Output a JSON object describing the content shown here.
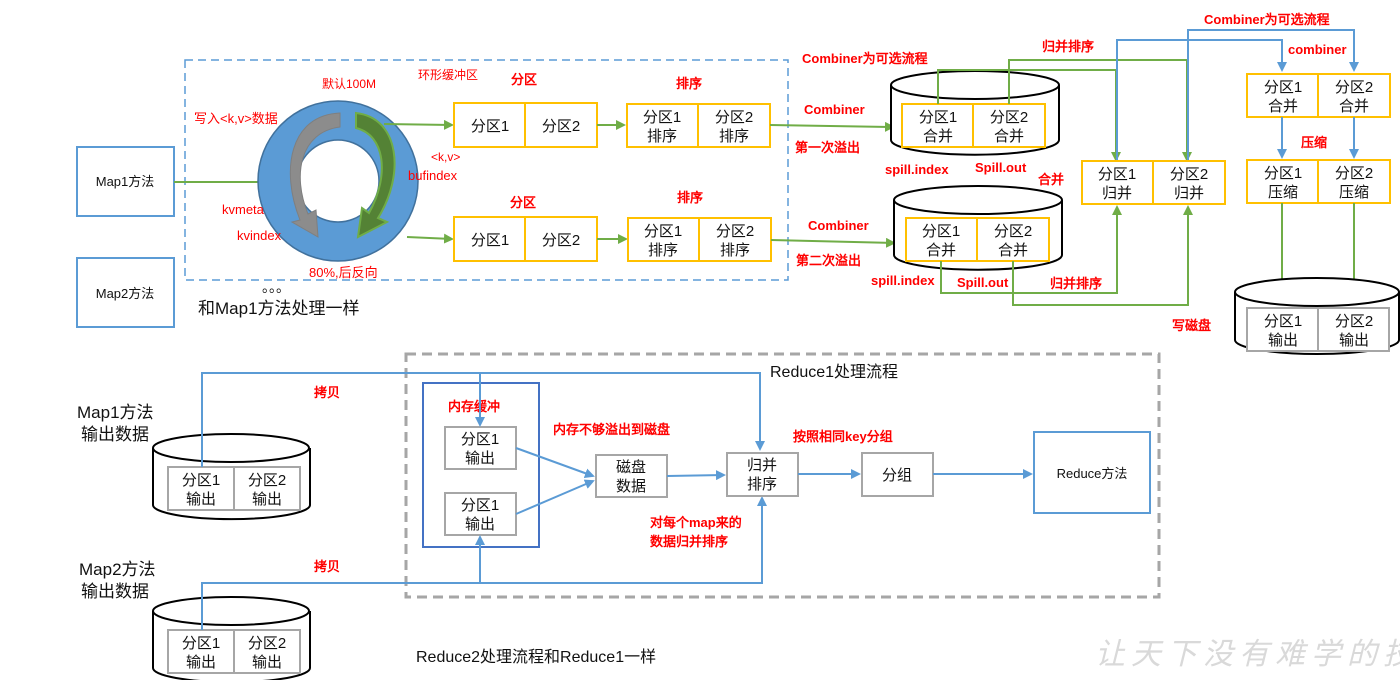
{
  "colors": {
    "label_red": "#ff0000",
    "partition_border": "#ffc000",
    "flow_green": "#70ad47",
    "flow_blue": "#5b9bd5",
    "ring_blue": "#5b9bd5",
    "gray_dash": "#a6a6a6"
  },
  "map_phase": {
    "map1_label": "Map1方法",
    "map2_label": "Map2方法",
    "same_as_map1": "和Map1方法处理一样",
    "ellipsis": "。。。",
    "ring_buffer": {
      "title": "环形缓冲区",
      "default_size": "默认100M",
      "write_kv": "写入<k,v>数据",
      "kv_label": "<k,v>",
      "bufindex": "bufindex",
      "kvmeta": "kvmeta",
      "kvindex": "kvindex",
      "threshold": "80%,后反向"
    },
    "partition_label": "分区",
    "sort_label": "排序",
    "partition_cells": [
      "分区1",
      "分区2"
    ],
    "sorted_cells": [
      [
        "分区1",
        "排序"
      ],
      [
        "分区2",
        "排序"
      ]
    ]
  },
  "spill": {
    "combiner_optional": "Combiner为可选流程",
    "combiner": "Combiner",
    "first_spill": "第一次溢出",
    "second_spill": "第二次溢出",
    "spill_index": "spill.index",
    "spill_out": "Spill.out",
    "merge": "合并",
    "merge_sort": "归并排序",
    "combined_cells": [
      [
        "分区1",
        "合并"
      ],
      [
        "分区2",
        "合并"
      ]
    ]
  },
  "merge_stage": {
    "merged_cells": [
      [
        "分区1",
        "归并"
      ],
      [
        "分区2",
        "归并"
      ]
    ],
    "write_disk": "写磁盘"
  },
  "final_stage": {
    "combiner_optional": "Combiner为可选流程",
    "combiner": "combiner",
    "combined_cells": [
      [
        "分区1",
        "合并"
      ],
      [
        "分区2",
        "合并"
      ]
    ],
    "compress": "压缩",
    "compressed_cells": [
      [
        "分区1",
        "压缩"
      ],
      [
        "分区2",
        "压缩"
      ]
    ],
    "output_cells": [
      [
        "分区1",
        "输出"
      ],
      [
        "分区2",
        "输出"
      ]
    ]
  },
  "reduce_phase": {
    "map1_output": [
      "Map1方法",
      "输出数据"
    ],
    "map2_output": [
      "Map2方法",
      "输出数据"
    ],
    "output_cells": [
      [
        "分区1",
        "输出"
      ],
      [
        "分区2",
        "输出"
      ]
    ],
    "copy": "拷贝",
    "title": "Reduce1处理流程",
    "memory_buffer": "内存缓冲",
    "buffer_cells": [
      [
        "分区1",
        "输出"
      ],
      [
        "分区1",
        "输出"
      ]
    ],
    "spill_to_disk": "内存不够溢出到磁盘",
    "disk_data": [
      "磁盘",
      "数据"
    ],
    "merge_sort": [
      "归并",
      "排序"
    ],
    "merge_note": [
      "对每个map来的",
      "数据归并排序"
    ],
    "group_by_key": "按照相同key分组",
    "group": "分组",
    "reduce_method": "Reduce方法",
    "reduce2_note": "Reduce2处理流程和Reduce1一样"
  },
  "watermark": "让天下没有难学的技术"
}
